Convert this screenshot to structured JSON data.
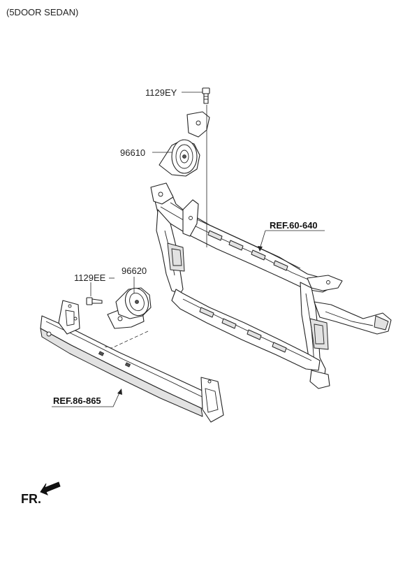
{
  "header": {
    "variant": "(5DOOR SEDAN)"
  },
  "callouts": {
    "bolt_top": "1129EY",
    "horn_high": "96610",
    "bolt_low": "1129EE",
    "horn_low": "96620"
  },
  "references": {
    "carrier": "REF.60-640",
    "bumper_beam": "REF.86-865"
  },
  "direction": {
    "label": "FR."
  }
}
